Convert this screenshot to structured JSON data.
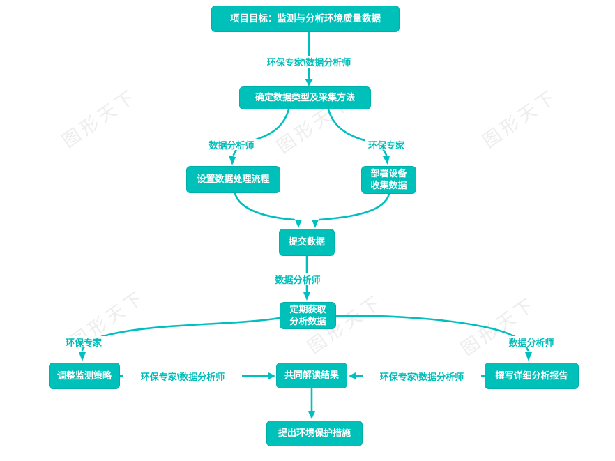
{
  "diagram": {
    "type": "flowchart",
    "nodes": [
      {
        "id": "goal",
        "label": "项目目标：监测与分析环境质量数据"
      },
      {
        "id": "determine",
        "label": "确定数据类型及采集方法"
      },
      {
        "id": "process",
        "label": "设置数据处理流程"
      },
      {
        "id": "deploy",
        "label": "部署设备\n收集数据"
      },
      {
        "id": "submit",
        "label": "提交数据"
      },
      {
        "id": "periodic",
        "label": "定期获取\n分析数据"
      },
      {
        "id": "adjust",
        "label": "调整监测策略"
      },
      {
        "id": "interpret",
        "label": "共同解读结果"
      },
      {
        "id": "report",
        "label": "撰写详细分析报告"
      },
      {
        "id": "propose",
        "label": "提出环境保护措施"
      }
    ],
    "edge_labels": [
      {
        "id": "goal-determine",
        "text": "环保专家\\数据分析师"
      },
      {
        "id": "determine-process",
        "text": "数据分析师"
      },
      {
        "id": "determine-deploy",
        "text": "环保专家"
      },
      {
        "id": "submit-periodic",
        "text": "数据分析师"
      },
      {
        "id": "periodic-adjust",
        "text": "环保专家"
      },
      {
        "id": "periodic-report",
        "text": "数据分析师"
      },
      {
        "id": "adjust-interpret",
        "text": "环保专家\\数据分析师"
      },
      {
        "id": "report-interpret",
        "text": "环保专家\\数据分析师"
      }
    ],
    "colors": {
      "node_fill": "#00c1ba",
      "node_text": "#ffffff",
      "edge": "#00bfc0",
      "edge_label_text": "#00bdb8",
      "watermark": "#ededed",
      "background": "#ffffff"
    }
  },
  "watermark": {
    "text": "图形天下"
  }
}
